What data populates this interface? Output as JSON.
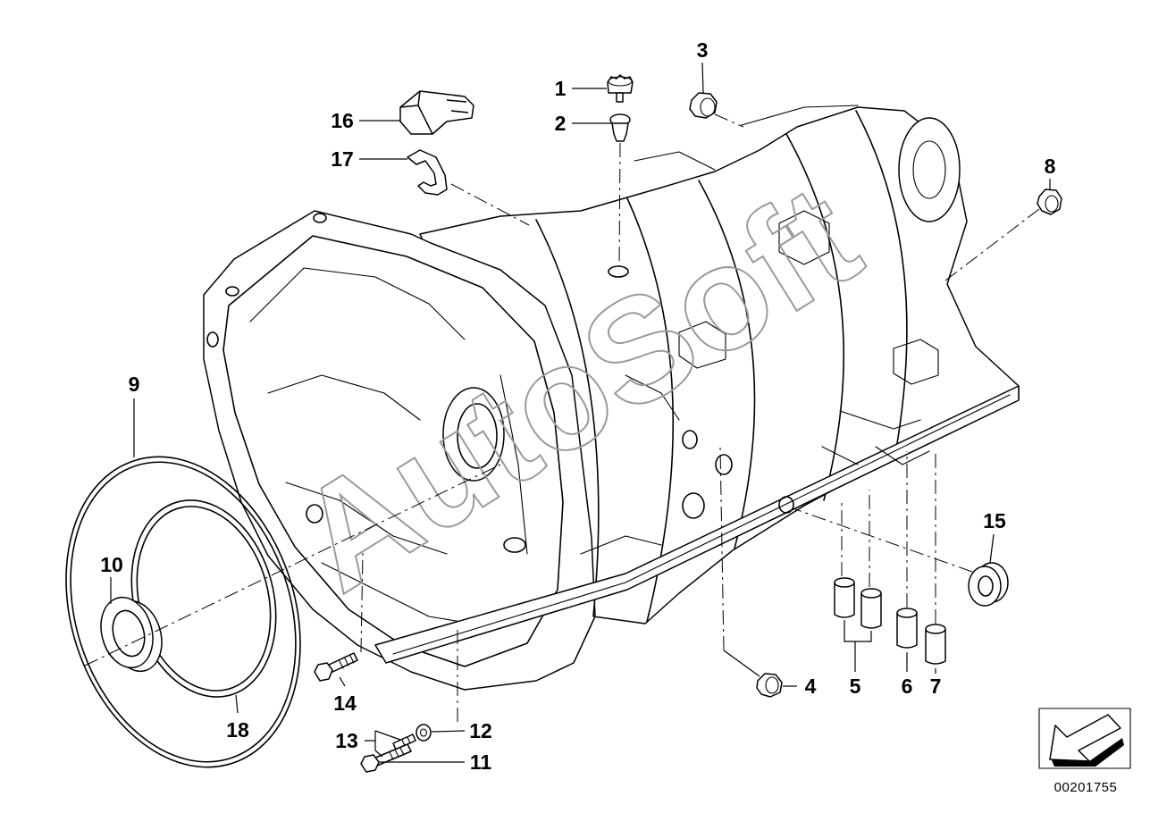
{
  "callouts": [
    "1",
    "2",
    "3",
    "4",
    "5",
    "6",
    "7",
    "8",
    "9",
    "10",
    "11",
    "12",
    "13",
    "14",
    "15",
    "16",
    "17",
    "18"
  ],
  "diagram_id": "00201755",
  "watermark": "AutoSoft",
  "icons": {
    "direction_arrow": "front-direction-arrow-icon"
  }
}
